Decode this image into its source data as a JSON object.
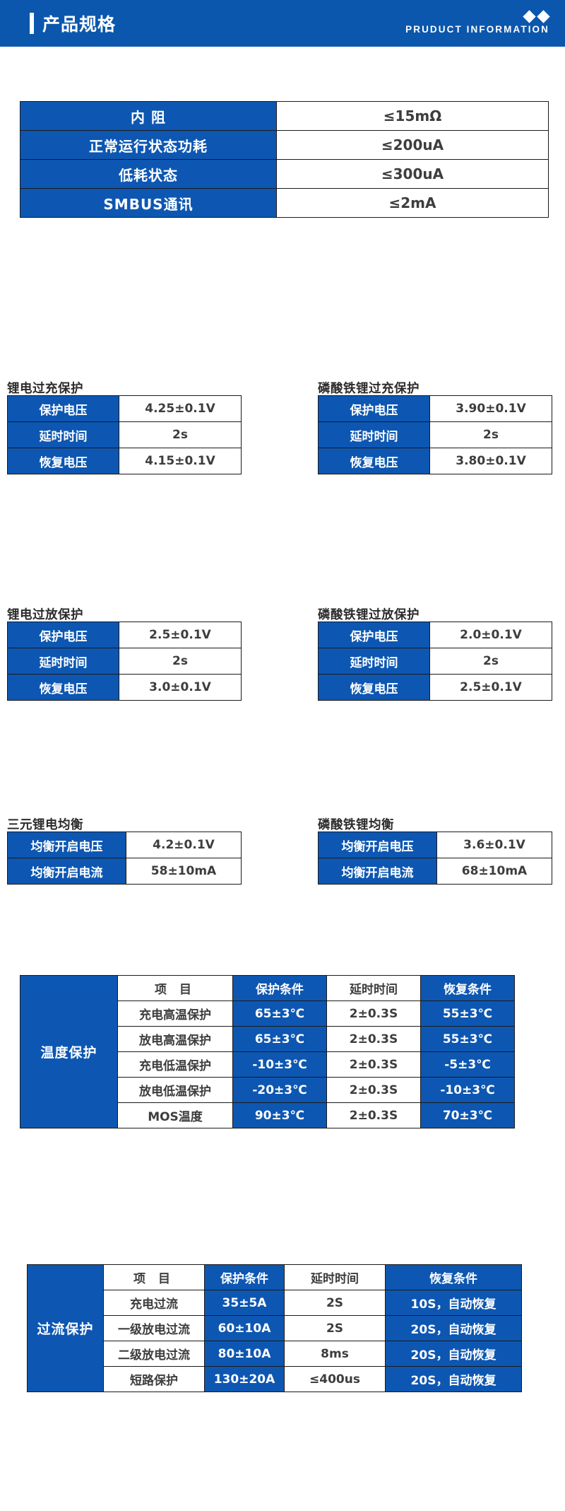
{
  "header": {
    "title": "产品规格",
    "subtitle": "PRUDUCT INFORMATION",
    "accent_color": "#0b57ad"
  },
  "spec_table": {
    "rows": [
      {
        "label": "内  阻",
        "value": "≤15mΩ"
      },
      {
        "label": "正常运行状态功耗",
        "value": "≤200uA"
      },
      {
        "label": "低耗状态",
        "value": "≤300uA"
      },
      {
        "label": "SMBUS通讯",
        "value": "≤2mA"
      }
    ]
  },
  "groups": [
    {
      "title": "锂电过充保护",
      "rows": [
        {
          "label": "保护电压",
          "value": "4.25±0.1V"
        },
        {
          "label": "延时时间",
          "value": "2s"
        },
        {
          "label": "恢复电压",
          "value": "4.15±0.1V"
        }
      ]
    },
    {
      "title": "磷酸铁锂过充保护",
      "rows": [
        {
          "label": "保护电压",
          "value": "3.90±0.1V"
        },
        {
          "label": "延时时间",
          "value": "2s"
        },
        {
          "label": "恢复电压",
          "value": "3.80±0.1V"
        }
      ]
    },
    {
      "title": "锂电过放保护",
      "rows": [
        {
          "label": "保护电压",
          "value": "2.5±0.1V"
        },
        {
          "label": "延时时间",
          "value": "2s"
        },
        {
          "label": "恢复电压",
          "value": "3.0±0.1V"
        }
      ]
    },
    {
      "title": "磷酸铁锂过放保护",
      "rows": [
        {
          "label": "保护电压",
          "value": "2.0±0.1V"
        },
        {
          "label": "延时时间",
          "value": "2s"
        },
        {
          "label": "恢复电压",
          "value": "2.5±0.1V"
        }
      ]
    },
    {
      "title": "三元锂电均衡",
      "rows": [
        {
          "label": "均衡开启电压",
          "value": "4.2±0.1V"
        },
        {
          "label": "均衡开启电流",
          "value": "58±10mA"
        }
      ]
    },
    {
      "title": "磷酸铁锂均衡",
      "rows": [
        {
          "label": "均衡开启电压",
          "value": "3.6±0.1V"
        },
        {
          "label": "均衡开启电流",
          "value": "68±10mA"
        }
      ]
    }
  ],
  "temperature_protection": {
    "side_label": "温度保护",
    "headers": [
      "项  目",
      "保护条件",
      "延时时间",
      "恢复条件"
    ],
    "rows": [
      {
        "item": "充电高温保护",
        "protect": "65±3℃",
        "delay": "2±0.3S",
        "recover": "55±3℃"
      },
      {
        "item": "放电高温保护",
        "protect": "65±3℃",
        "delay": "2±0.3S",
        "recover": "55±3℃"
      },
      {
        "item": "充电低温保护",
        "protect": "-10±3℃",
        "delay": "2±0.3S",
        "recover": "-5±3℃"
      },
      {
        "item": "放电低温保护",
        "protect": "-20±3℃",
        "delay": "2±0.3S",
        "recover": "-10±3℃"
      },
      {
        "item": "MOS温度",
        "protect": "90±3℃",
        "delay": "2±0.3S",
        "recover": "70±3℃"
      }
    ]
  },
  "overcurrent_protection": {
    "side_label": "过流保护",
    "headers": [
      "项  目",
      "保护条件",
      "延时时间",
      "恢复条件"
    ],
    "rows": [
      {
        "item": "充电过流",
        "protect": "35±5A",
        "delay": "2S",
        "recover": "10S，自动恢复"
      },
      {
        "item": "一级放电过流",
        "protect": "60±10A",
        "delay": "2S",
        "recover": "20S，自动恢复"
      },
      {
        "item": "二级放电过流",
        "protect": "80±10A",
        "delay": "8ms",
        "recover": "20S，自动恢复"
      },
      {
        "item": "短路保护",
        "protect": "130±20A",
        "delay": "≤400us",
        "recover": "20S，自动恢复"
      }
    ]
  }
}
